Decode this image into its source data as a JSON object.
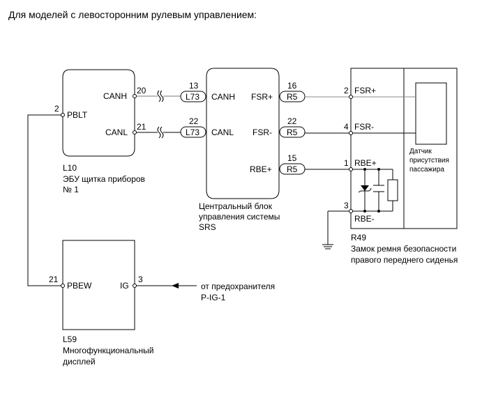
{
  "heading": "Для моделей с левосторонним рулевым управлением:",
  "components": {
    "L10": {
      "code": "L10",
      "name_line1": "ЭБУ щитка приборов",
      "name_line2": "№ 1",
      "pins": [
        {
          "num": "2",
          "name": "PBLT"
        },
        {
          "num": "20",
          "name": "CANH"
        },
        {
          "num": "21",
          "name": "CANL"
        }
      ]
    },
    "srs": {
      "name_line1": "Центральный блок",
      "name_line2": "управления системы",
      "name_line3": "SRS",
      "pins_left": [
        {
          "num": "13",
          "connector": "L73",
          "name": "CANH"
        },
        {
          "num": "22",
          "connector": "L73",
          "name": "CANL"
        }
      ],
      "pins_right": [
        {
          "num": "16",
          "connector": "R5",
          "name": "FSR+"
        },
        {
          "num": "22",
          "connector": "R5",
          "name": "FSR-"
        },
        {
          "num": "15",
          "connector": "R5",
          "name": "RBE+"
        }
      ]
    },
    "R49": {
      "code": "R49",
      "name_line1": "Замок ремня безопасности",
      "name_line2": "правого переднего сиденья",
      "sensor_line1": "Датчик",
      "sensor_line2": "присутствия",
      "sensor_line3": "пассажира",
      "pins": [
        {
          "num": "2",
          "name": "FSR+"
        },
        {
          "num": "4",
          "name": "FSR-"
        },
        {
          "num": "1",
          "name": "RBE+"
        },
        {
          "num": "3",
          "name": "RBE-"
        }
      ]
    },
    "L59": {
      "code": "L59",
      "name_line1": "Многофункциональный",
      "name_line2": "дисплей",
      "pins": [
        {
          "num": "21",
          "name": "PBEW"
        },
        {
          "num": "3",
          "name": "IG"
        }
      ]
    }
  },
  "fuse_source": {
    "line1": "от предохранителя",
    "line2": "P-IG-1"
  }
}
